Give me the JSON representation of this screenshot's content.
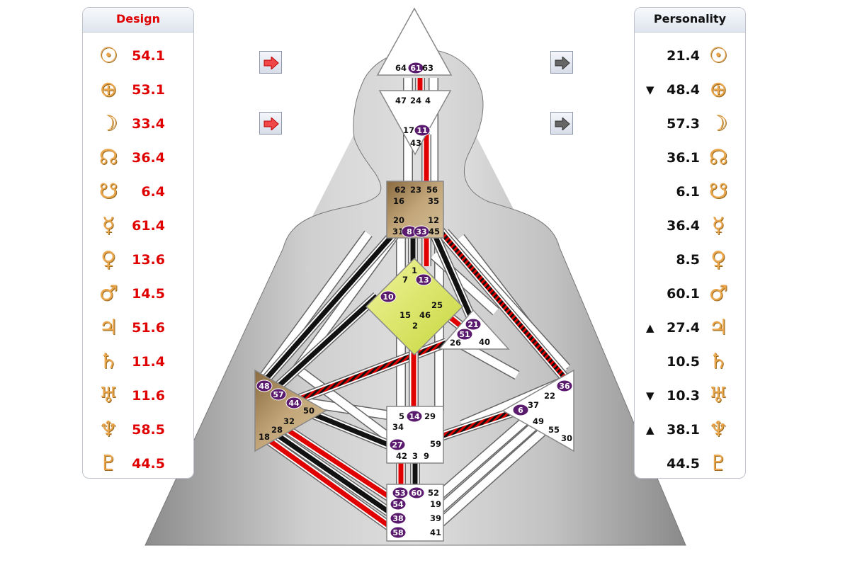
{
  "design": {
    "title": "Design",
    "color": "#e00000",
    "rows": [
      {
        "planet": "sun-icon",
        "glyph": "☉",
        "value": "54.1",
        "marker": ""
      },
      {
        "planet": "earth-icon",
        "glyph": "⊕",
        "value": "53.1",
        "marker": ""
      },
      {
        "planet": "moon-icon",
        "glyph": "☽",
        "value": "33.4",
        "marker": ""
      },
      {
        "planet": "north-node-icon",
        "glyph": "☊",
        "value": "36.4",
        "marker": ""
      },
      {
        "planet": "south-node-icon",
        "glyph": "☋",
        "value": "6.4",
        "marker": ""
      },
      {
        "planet": "mercury-icon",
        "glyph": "☿",
        "value": "61.4",
        "marker": ""
      },
      {
        "planet": "venus-icon",
        "glyph": "♀",
        "value": "13.6",
        "marker": ""
      },
      {
        "planet": "mars-icon",
        "glyph": "♂",
        "value": "14.5",
        "marker": ""
      },
      {
        "planet": "jupiter-icon",
        "glyph": "♃",
        "value": "51.6",
        "marker": ""
      },
      {
        "planet": "saturn-icon",
        "glyph": "♄",
        "value": "11.4",
        "marker": ""
      },
      {
        "planet": "uranus-icon",
        "glyph": "♅",
        "value": "11.6",
        "marker": ""
      },
      {
        "planet": "neptune-icon",
        "glyph": "♆",
        "value": "58.5",
        "marker": ""
      },
      {
        "planet": "pluto-icon",
        "glyph": "♇",
        "value": "44.5",
        "marker": ""
      }
    ]
  },
  "personality": {
    "title": "Personality",
    "color": "#111111",
    "rows": [
      {
        "planet": "sun-icon",
        "glyph": "☉",
        "value": "21.4",
        "marker": ""
      },
      {
        "planet": "earth-icon",
        "glyph": "⊕",
        "value": "48.4",
        "marker": "▼"
      },
      {
        "planet": "moon-icon",
        "glyph": "☽",
        "value": "57.3",
        "marker": ""
      },
      {
        "planet": "north-node-icon",
        "glyph": "☊",
        "value": "36.1",
        "marker": ""
      },
      {
        "planet": "south-node-icon",
        "glyph": "☋",
        "value": "6.1",
        "marker": ""
      },
      {
        "planet": "mercury-icon",
        "glyph": "☿",
        "value": "36.4",
        "marker": ""
      },
      {
        "planet": "venus-icon",
        "glyph": "♀",
        "value": "8.5",
        "marker": ""
      },
      {
        "planet": "mars-icon",
        "glyph": "♂",
        "value": "60.1",
        "marker": ""
      },
      {
        "planet": "jupiter-icon",
        "glyph": "♃",
        "value": "27.4",
        "marker": "▲"
      },
      {
        "planet": "saturn-icon",
        "glyph": "♄",
        "value": "10.5",
        "marker": ""
      },
      {
        "planet": "uranus-icon",
        "glyph": "♅",
        "value": "10.3",
        "marker": "▼"
      },
      {
        "planet": "neptune-icon",
        "glyph": "♆",
        "value": "38.1",
        "marker": "▲"
      },
      {
        "planet": "pluto-icon",
        "glyph": "♇",
        "value": "44.5",
        "marker": ""
      }
    ]
  },
  "colors": {
    "design": "#e00000",
    "personality": "#111111",
    "defined_center": "#b89a6b",
    "g_center": "#dde86a",
    "activation": "#5a1a6e",
    "glyph": "#eaa64c",
    "silhouette": "#c8c8c8"
  },
  "arrow_buttons": [
    {
      "name": "design-arrow-top",
      "icon": "red-arrow-right-icon"
    },
    {
      "name": "design-arrow-bottom",
      "icon": "red-arrow-right-icon"
    },
    {
      "name": "personality-arrow-top",
      "icon": "gray-arrow-right-icon"
    },
    {
      "name": "personality-arrow-bottom",
      "icon": "gray-arrow-right-icon"
    }
  ],
  "centers": {
    "head": {
      "defined": false,
      "gates": [
        "64",
        "61",
        "63"
      ],
      "active": [
        "61"
      ]
    },
    "ajna": {
      "defined": false,
      "gates": [
        "47",
        "24",
        "4",
        "17",
        "11",
        "43"
      ],
      "active": [
        "11"
      ]
    },
    "throat": {
      "defined": true,
      "gates": [
        "62",
        "23",
        "56",
        "16",
        "35",
        "20",
        "12",
        "31",
        "8",
        "33",
        "45"
      ],
      "active": [
        "8",
        "33"
      ]
    },
    "g": {
      "defined": true,
      "gates": [
        "1",
        "7",
        "13",
        "10",
        "15",
        "46",
        "25",
        "2"
      ],
      "active": [
        "13",
        "10"
      ]
    },
    "heart": {
      "defined": false,
      "gates": [
        "21",
        "51",
        "26",
        "40"
      ],
      "active": [
        "21",
        "51"
      ]
    },
    "spleen": {
      "defined": true,
      "gates": [
        "48",
        "57",
        "44",
        "50",
        "32",
        "28",
        "18"
      ],
      "active": [
        "48",
        "57",
        "44"
      ]
    },
    "sacral": {
      "defined": false,
      "gates": [
        "5",
        "14",
        "29",
        "34",
        "27",
        "59",
        "42",
        "3",
        "9"
      ],
      "active": [
        "14",
        "27"
      ]
    },
    "solar_plexus": {
      "defined": false,
      "gates": [
        "36",
        "22",
        "37",
        "6",
        "49",
        "55",
        "30"
      ],
      "active": [
        "36",
        "6"
      ]
    },
    "root": {
      "defined": false,
      "gates": [
        "53",
        "60",
        "52",
        "54",
        "19",
        "38",
        "39",
        "58",
        "41"
      ],
      "active": [
        "53",
        "60",
        "54",
        "38",
        "58"
      ]
    }
  },
  "channels": [
    {
      "gates": "61-24",
      "activation": "design"
    },
    {
      "gates": "11-56",
      "activation": "design"
    },
    {
      "gates": "8-1",
      "activation": "personality"
    },
    {
      "gates": "33-13",
      "activation": "design"
    },
    {
      "gates": "48-16",
      "activation": "personality"
    },
    {
      "gates": "57-10",
      "activation": "personality"
    },
    {
      "gates": "45-21",
      "activation": "personality"
    },
    {
      "gates": "44-26",
      "activation": "both"
    },
    {
      "gates": "51-25",
      "activation": "design"
    },
    {
      "gates": "36-35",
      "activation": "both"
    },
    {
      "gates": "6-59",
      "activation": "both"
    },
    {
      "gates": "14-2",
      "activation": "design"
    },
    {
      "gates": "27-50",
      "activation": "personality"
    },
    {
      "gates": "53-42",
      "activation": "design"
    },
    {
      "gates": "60-3",
      "activation": "personality"
    },
    {
      "gates": "54-32",
      "activation": "design"
    },
    {
      "gates": "38-28",
      "activation": "personality"
    },
    {
      "gates": "58-18",
      "activation": "design"
    }
  ]
}
